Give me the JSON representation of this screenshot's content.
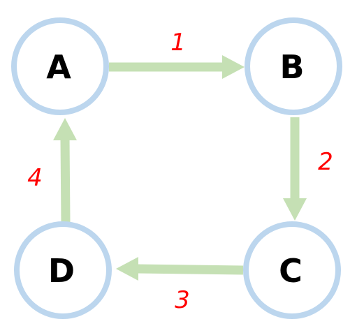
{
  "colors": {
    "node_stroke": "#bcd6ee",
    "node_fill": "#ffffff",
    "arrow": "#c5e0b4",
    "node_text": "#000000",
    "edge_label": "#ff0000"
  },
  "nodes": [
    {
      "id": "A",
      "label": "A"
    },
    {
      "id": "B",
      "label": "B"
    },
    {
      "id": "C",
      "label": "C"
    },
    {
      "id": "D",
      "label": "D"
    }
  ],
  "edges": [
    {
      "from": "A",
      "to": "B",
      "label": "1"
    },
    {
      "from": "B",
      "to": "C",
      "label": "2"
    },
    {
      "from": "C",
      "to": "D",
      "label": "3"
    },
    {
      "from": "D",
      "to": "A",
      "label": "4"
    }
  ]
}
